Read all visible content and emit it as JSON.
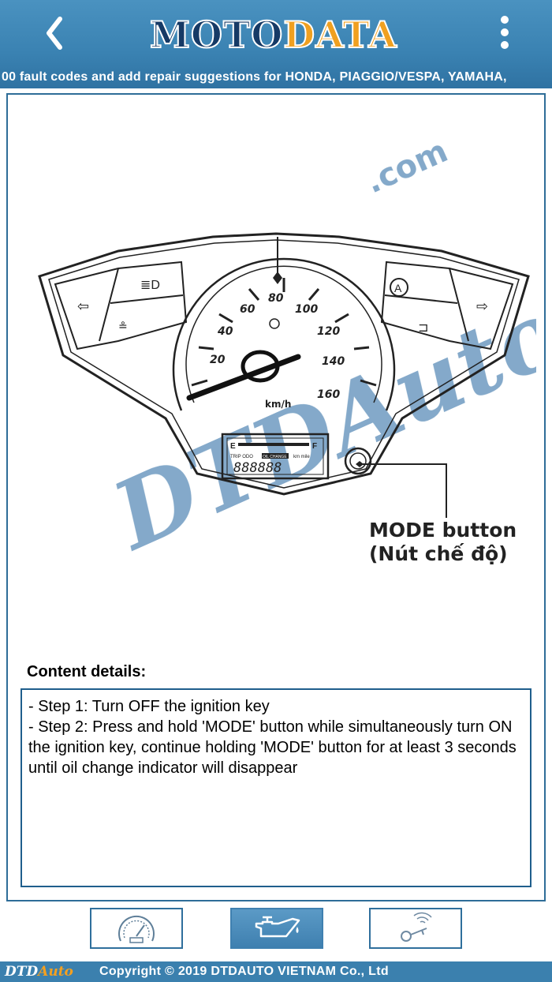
{
  "header": {
    "logo_part1": "MOTO",
    "logo_part2": "DATA",
    "ticker": "00 fault codes and add repair suggestions for HONDA, PIAGGIO/VESPA, YAMAHA,",
    "back_icon": "chevron-left-icon",
    "menu_icon": "more-vertical-icon"
  },
  "diagram": {
    "speed_labels": [
      "20",
      "40",
      "60",
      "80",
      "100",
      "120",
      "140",
      "160"
    ],
    "unit": "km/h",
    "lcd_digits": "888888",
    "lcd_labels": [
      "TRIP ODO",
      "OIL CHANGE",
      "km mile"
    ],
    "fuel_empty": "E",
    "fuel_full": "F",
    "watermark_main": "DTDAuto",
    "watermark_suffix": ".com",
    "callout_line1": "MODE button",
    "callout_line2": "(Nút chế độ)"
  },
  "content": {
    "label": "Content details:",
    "steps": [
      "- Step 1: Turn OFF the ignition key",
      "- Step 2: Press and hold 'MODE' button while simultaneously turn ON the ignition key, continue holding 'MODE' button for at least 3 seconds until oil change indicator will disappear"
    ]
  },
  "tabs": [
    {
      "icon": "speedometer-icon",
      "active": false
    },
    {
      "icon": "oil-can-icon",
      "active": true
    },
    {
      "icon": "smart-key-icon",
      "active": false
    }
  ],
  "footer": {
    "logo_main": "DTD",
    "logo_accent": "Auto",
    "copyright": "Copyright © 2019 DTDAUTO VIETNAM Co., Ltd"
  },
  "colors": {
    "header": "#3a82b2",
    "logo_dark": "#163a66",
    "logo_orange": "#f0a020",
    "frame_border": "#2e6d98",
    "watermark_blue": "#5b8db8",
    "watermark_orange": "#f2a23a"
  }
}
